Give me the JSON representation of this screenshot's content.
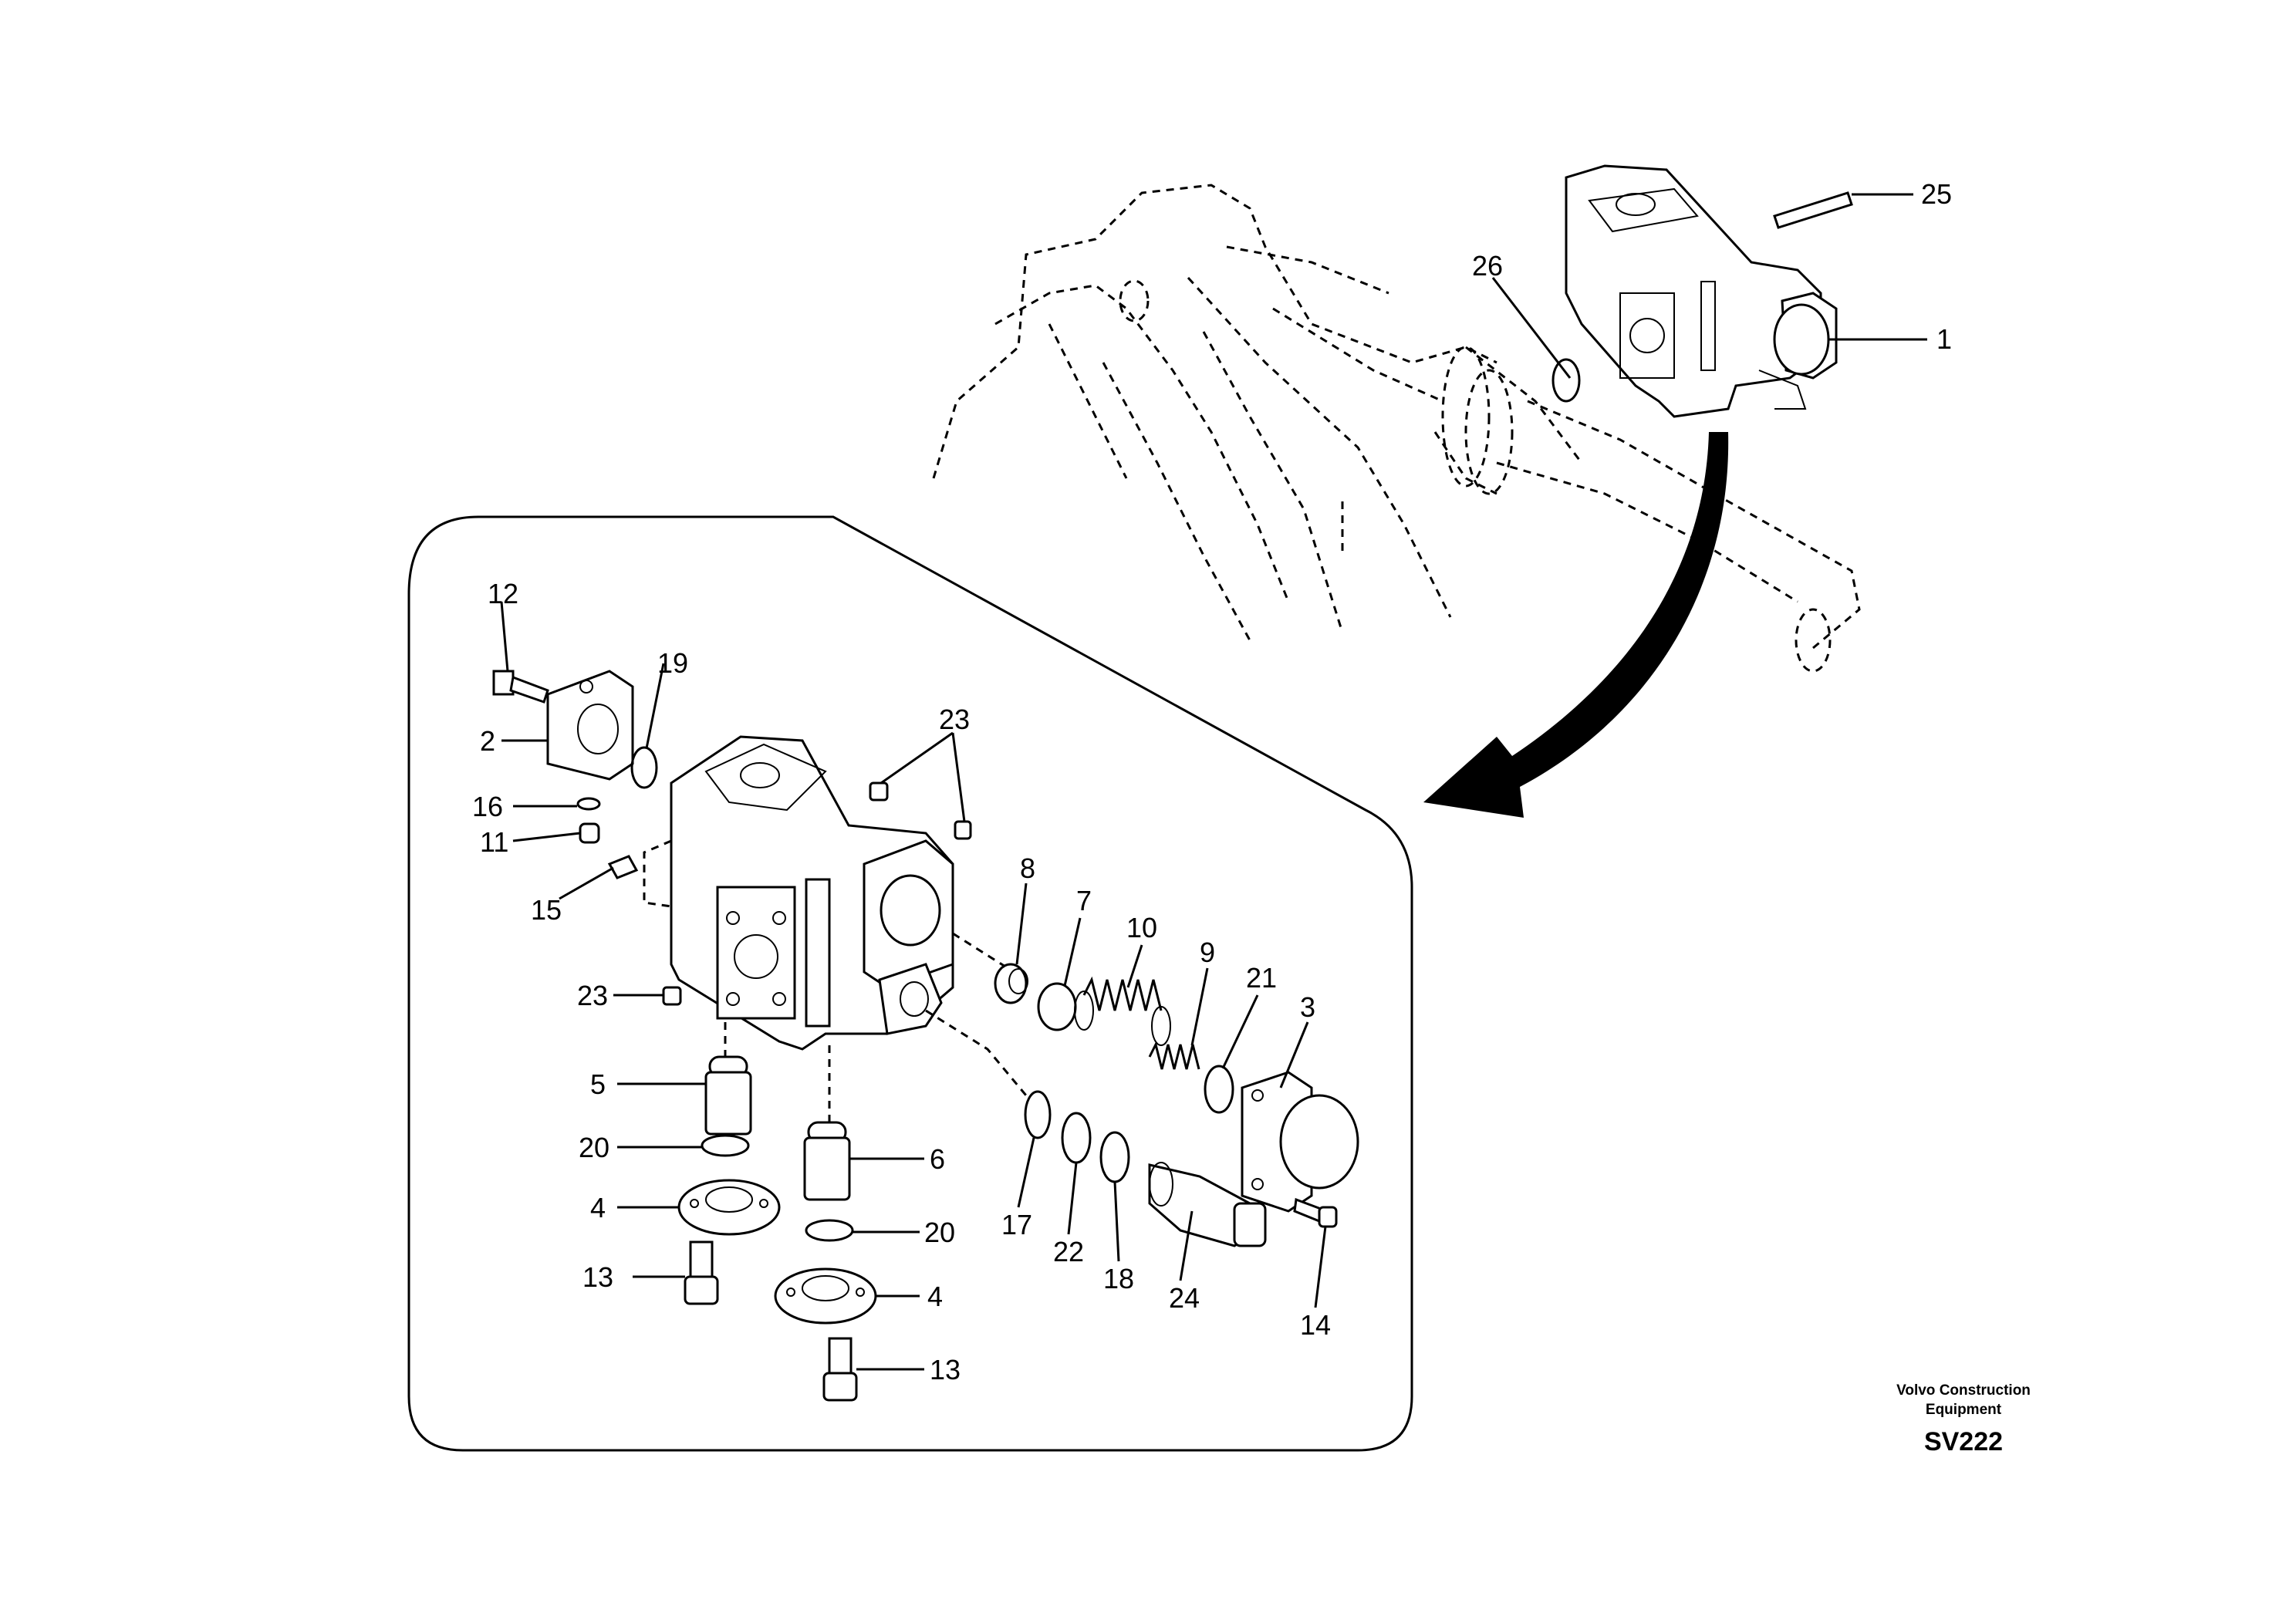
{
  "labels": {
    "l1": "1",
    "l2": "2",
    "l3": "3",
    "l4a": "4",
    "l4b": "4",
    "l5": "5",
    "l6": "6",
    "l7": "7",
    "l8": "8",
    "l9": "9",
    "l10": "10",
    "l11": "11",
    "l12": "12",
    "l13a": "13",
    "l13b": "13",
    "l14": "14",
    "l15": "15",
    "l16": "16",
    "l17": "17",
    "l18": "18",
    "l19": "19",
    "l20a": "20",
    "l20b": "20",
    "l21": "21",
    "l22": "22",
    "l23a": "23",
    "l23b": "23",
    "l24": "24",
    "l25": "25",
    "l26": "26"
  },
  "footer": {
    "brand_line1": "Volvo Construction",
    "brand_line2": "Equipment",
    "code": "SV222"
  }
}
